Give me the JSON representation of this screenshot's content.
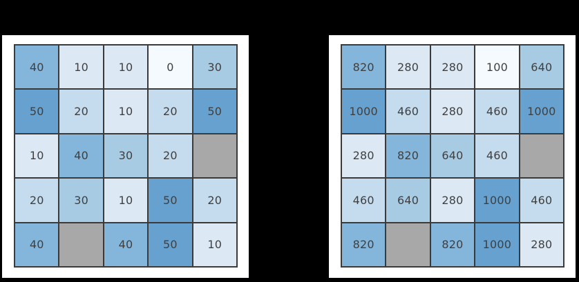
{
  "figure": {
    "background": "#000000",
    "panel_background": "#ffffff",
    "grid_border_color": "#3a3a3a",
    "cell_text_color": "#3f3f3f"
  },
  "chart_data": [
    {
      "type": "heatmap",
      "name": "left-heatmap",
      "rows": 5,
      "cols": 5,
      "values": [
        [
          40,
          10,
          10,
          0,
          30
        ],
        [
          50,
          20,
          10,
          20,
          50
        ],
        [
          10,
          40,
          30,
          20,
          null
        ],
        [
          20,
          30,
          10,
          50,
          20
        ],
        [
          40,
          null,
          40,
          50,
          10
        ]
      ],
      "missing_cells": [
        [
          2,
          4
        ],
        [
          4,
          1
        ]
      ],
      "colormap": "Blues",
      "value_colors": {
        "0": "#f5fafe",
        "10": "#dce9f5",
        "20": "#c5dbee",
        "30": "#a8cbe4",
        "40": "#84b5da",
        "50": "#67a1cf"
      },
      "missing_color": "#a8a8a8",
      "title": "",
      "xlabel": "",
      "ylabel": "",
      "legend": "none",
      "grid_lines": "on"
    },
    {
      "type": "heatmap",
      "name": "right-heatmap",
      "rows": 5,
      "cols": 5,
      "values": [
        [
          820,
          280,
          280,
          100,
          640
        ],
        [
          1000,
          460,
          280,
          460,
          1000
        ],
        [
          280,
          820,
          640,
          460,
          null
        ],
        [
          460,
          640,
          280,
          1000,
          460
        ],
        [
          820,
          null,
          820,
          1000,
          280
        ]
      ],
      "missing_cells": [
        [
          2,
          4
        ],
        [
          4,
          1
        ]
      ],
      "colormap": "Blues",
      "value_colors": {
        "100": "#f5fafe",
        "280": "#dce9f5",
        "460": "#c5dbee",
        "640": "#a8cbe4",
        "820": "#84b5da",
        "1000": "#67a1cf"
      },
      "missing_color": "#a8a8a8",
      "title": "",
      "xlabel": "",
      "ylabel": "",
      "legend": "none",
      "grid_lines": "on"
    }
  ]
}
